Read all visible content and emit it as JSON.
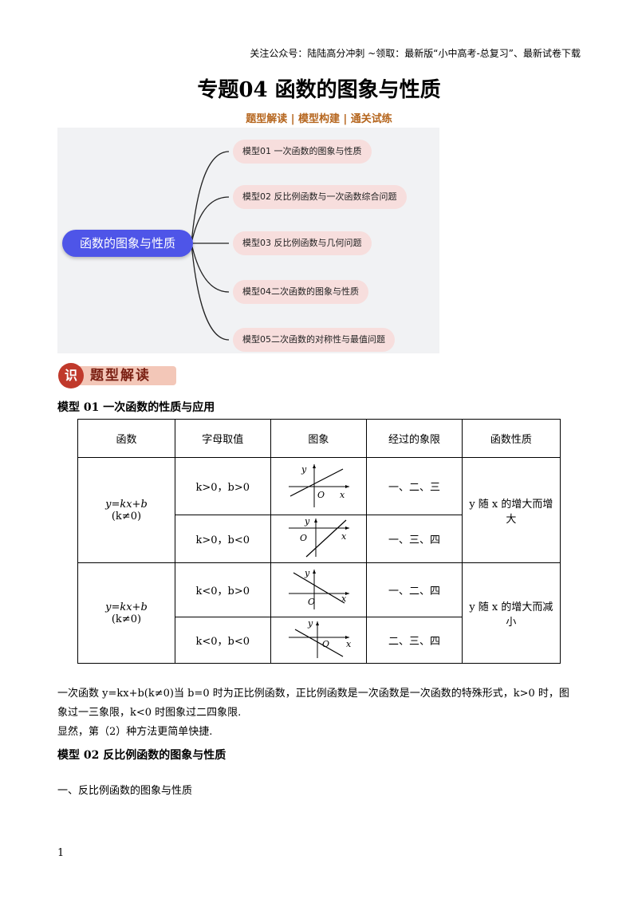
{
  "header": {
    "text": "关注公众号：陆陆高分冲刺  ~领取：最新版“小中高考-总复习”、最新试卷下载"
  },
  "title": "专题04 函数的图象与性质",
  "subtitle": "题型解读 | 模型构建 | 通关试练",
  "mindmap": {
    "center": "函数的图象与性质",
    "nodes": [
      "模型01 一次函数的图象与性质",
      "模型02 反比例函数与一次函数综合问题",
      "模型03 反比例函数与几何问题",
      "模型04二次函数的图象与性质",
      "模型05二次函数的对称性与最值问题"
    ]
  },
  "badge": {
    "circle": "识",
    "text": "题型解读"
  },
  "section1": {
    "heading": "模型 01  一次函数的性质与应用"
  },
  "table": {
    "headers": [
      "函数",
      "字母取值",
      "图象",
      "经过的象限",
      "函数性质"
    ],
    "groups": [
      {
        "func_line1": "y=kx+b",
        "func_line2": "(k≠0)",
        "property_line1": "y 随 x 的增大而增",
        "property_line2": "大",
        "rows": [
          {
            "values": "k>0，b>0",
            "quadrants": "一、二、三"
          },
          {
            "values": "k>0，b<0",
            "quadrants": "一、三、四"
          }
        ]
      },
      {
        "func_line1": "y=kx+b",
        "func_line2": "(k≠0)",
        "property_line1": "y 随 x 的增大而减",
        "property_line2": "小",
        "rows": [
          {
            "values": "k<0，b>0",
            "quadrants": "一、二、四"
          },
          {
            "values": "k<0，b<0",
            "quadrants": "二、三、四"
          }
        ]
      }
    ],
    "axis": {
      "x": "x",
      "y": "y",
      "o": "O"
    }
  },
  "paragraphs": {
    "p1_line1": "一次函数 y=kx+b(k≠0)当 b=0 时为正比例函数，正比例函数是一次函数是一次函数的特殊形式，k>0 时，图",
    "p1_line2": "象过一三象限，k<0 时图象过二四象限.",
    "p2": "显然，第（2）种方法更简单快捷."
  },
  "section2": {
    "heading": "模型 02  反比例函数的图象与性质",
    "sub": "一、反比例函数的图象与性质"
  },
  "page_number": "1"
}
